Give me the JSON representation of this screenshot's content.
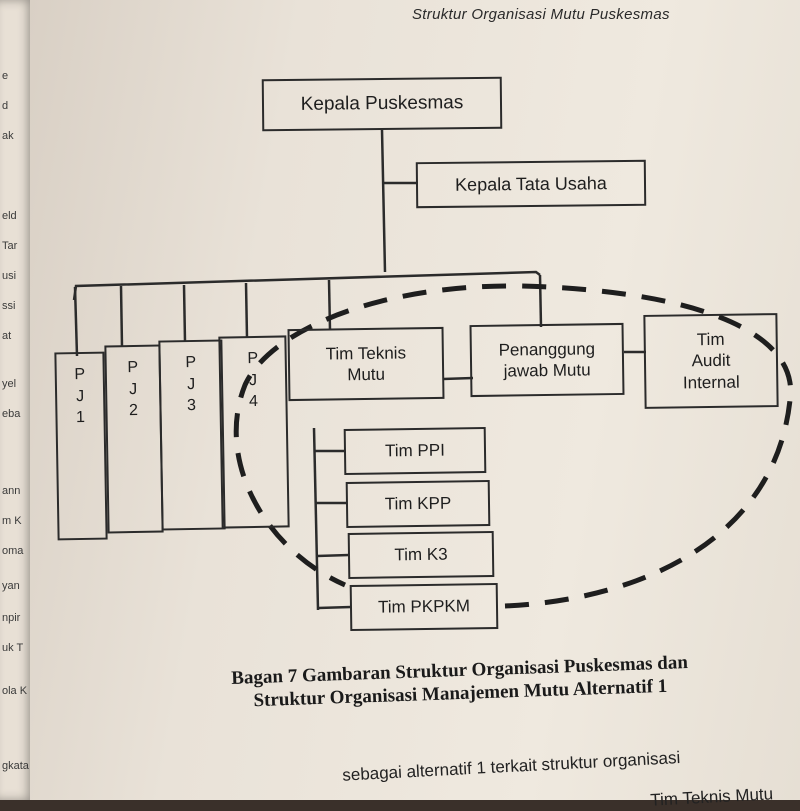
{
  "running_header": "Struktur Organisasi Mutu Puskesmas",
  "prev_page_fragments": [
    "e",
    "d",
    "ak",
    "eld",
    "Tar",
    "usi",
    "ssi",
    "at",
    "yel",
    "eba",
    "ann",
    "m K",
    "oma",
    "yan",
    "npir",
    "uk T",
    "ola K",
    "gkata"
  ],
  "org_chart": {
    "head": "Kepala Puskesmas",
    "admin": "Kepala Tata Usaha",
    "pj_units": [
      {
        "letters": [
          "P",
          "J",
          "1"
        ]
      },
      {
        "letters": [
          "P",
          "J",
          "2"
        ]
      },
      {
        "letters": [
          "P",
          "J",
          "3"
        ]
      },
      {
        "letters": [
          "P",
          "J",
          "4"
        ]
      }
    ],
    "teknis_mutu": "Tim Teknis Mutu",
    "penanggung_jawab": "Penanggung jawab Mutu",
    "audit_internal": "Tim Audit Internal",
    "sub_teams": [
      "Tim PPI",
      "Tim KPP",
      "Tim K3",
      "Tim PKPKM"
    ]
  },
  "caption": {
    "line1": "Bagan 7 Gambaran Struktur Organisasi Puskesmas dan",
    "line2": "Struktur Organisasi Manajemen Mutu Alternatif 1"
  },
  "body_text": {
    "line1": "sebagai alternatif 1 terkait struktur organisasi",
    "line2": "Tim Teknis Mutu"
  },
  "colors": {
    "ink": "#2b2b2b",
    "page": "#ece5db"
  }
}
